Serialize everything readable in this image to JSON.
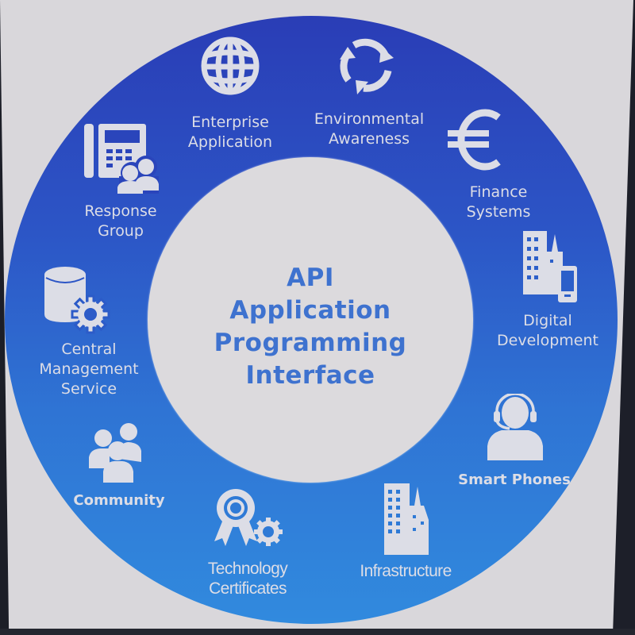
{
  "center": {
    "lines": [
      "API",
      "Application",
      "Programming",
      "Interface"
    ],
    "text_color": "#3e72cf",
    "background": "#dcdadd"
  },
  "ring": {
    "gradient_top": "#2a3db6",
    "gradient_bottom": "#318ade",
    "label_color": "#dcdde6"
  },
  "nodes": [
    {
      "id": "enterprise-application",
      "icon": "globe-icon",
      "label_lines": [
        "Enterprise",
        "Application"
      ]
    },
    {
      "id": "environmental-awareness",
      "icon": "recycle-icon",
      "label_lines": [
        "Environmental",
        "Awareness"
      ]
    },
    {
      "id": "finance-systems",
      "icon": "euro-icon",
      "label_lines": [
        "Finance",
        "Systems"
      ]
    },
    {
      "id": "digital-development",
      "icon": "building-phone-icon",
      "label_lines": [
        "Digital",
        "Development"
      ]
    },
    {
      "id": "smart-phones",
      "icon": "headset-person-icon",
      "label_lines": [
        "Smart Phones"
      ]
    },
    {
      "id": "infrastructure",
      "icon": "skyscraper-icon",
      "label_lines": [
        "Infrastructure"
      ]
    },
    {
      "id": "technology-certificates",
      "icon": "ribbon-gear-icon",
      "label_lines": [
        "Technology",
        "Certificates"
      ]
    },
    {
      "id": "community",
      "icon": "people-group-icon",
      "label_lines": [
        "Community"
      ]
    },
    {
      "id": "central-management-service",
      "icon": "database-gear-icon",
      "label_lines": [
        "Central",
        "Management",
        "Service"
      ]
    },
    {
      "id": "response-group",
      "icon": "phone-users-icon",
      "label_lines": [
        "Response",
        "Group"
      ]
    }
  ]
}
